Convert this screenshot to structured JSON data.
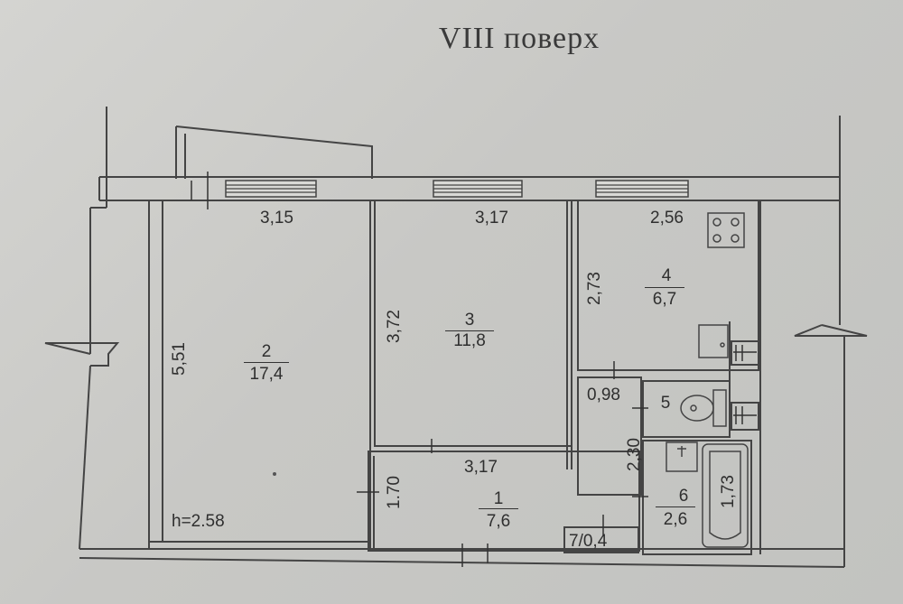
{
  "title": "VIII поверх",
  "rooms": [
    {
      "number": "1",
      "area": "7,6"
    },
    {
      "number": "2",
      "area": "17,4"
    },
    {
      "number": "3",
      "area": "11,8"
    },
    {
      "number": "4",
      "area": "6,7"
    },
    {
      "number": "5",
      "area": ""
    },
    {
      "number": "6",
      "area": "2,6"
    },
    {
      "number": "7",
      "area": "0,4"
    }
  ],
  "dimensions": {
    "room2_width": "3,15",
    "room2_length": "5,51",
    "room3_width": "3,17",
    "room3_length": "3,72",
    "kitchen_width": "2,56",
    "kitchen_length": "2,73",
    "hall_width": "3,17",
    "hall_length": "1.70",
    "corridor_width": "0,98",
    "corridor_length": "2,30",
    "bath_length": "1,73"
  },
  "ceiling_height": "h=2.58"
}
